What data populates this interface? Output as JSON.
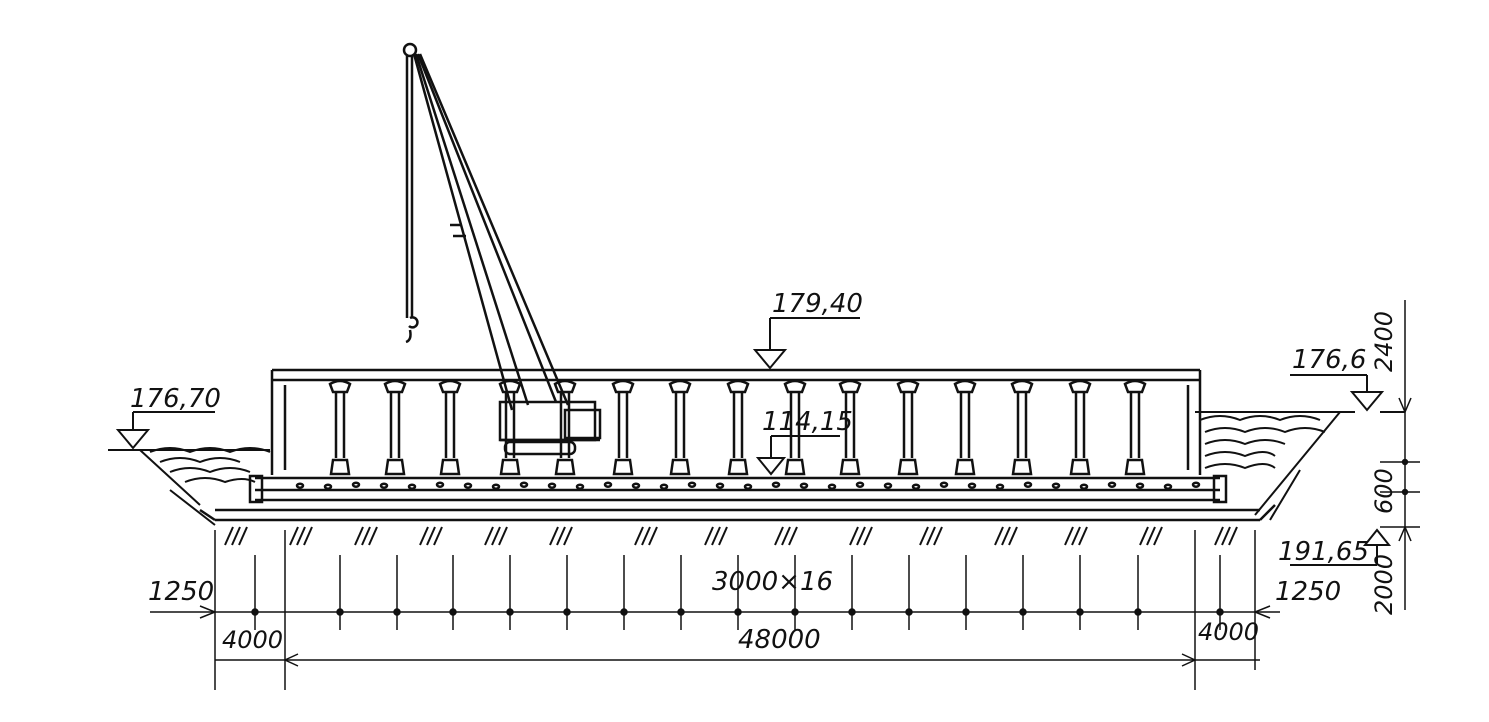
{
  "elevations": {
    "top_of_frame": "179,40",
    "ground_left": "176,70",
    "ground_right": "176,6",
    "inner_level": "114,15",
    "foundation_right": "191,65"
  },
  "dimensions": {
    "span_total": "48000",
    "column_spacing": "3000×16",
    "left_pit": "4000",
    "right_pit": "4000",
    "left_offset": "1250",
    "right_offset": "1250",
    "height_upper": "2400",
    "height_middle": "600",
    "height_lower": "2000"
  },
  "colors": {
    "ink": "#111111",
    "paper": "#ffffff"
  }
}
